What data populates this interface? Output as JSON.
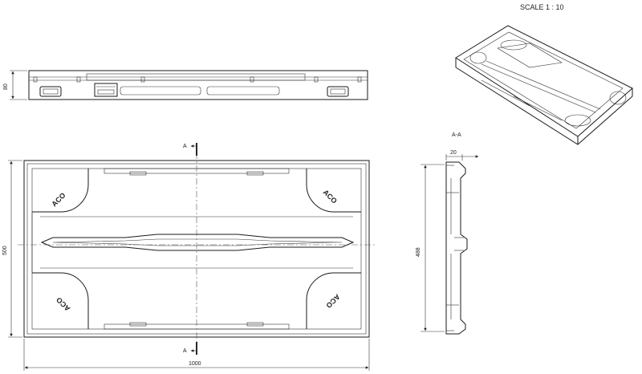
{
  "drawing": {
    "scale_label": "SCALE 1 : 10",
    "section_label": "A-A",
    "section_marker": "A",
    "logo_text": "ACO",
    "dimensions": {
      "top_height": "80",
      "plan_length": "1000",
      "plan_width": "500",
      "section_height": "488",
      "section_rim": "20"
    }
  }
}
